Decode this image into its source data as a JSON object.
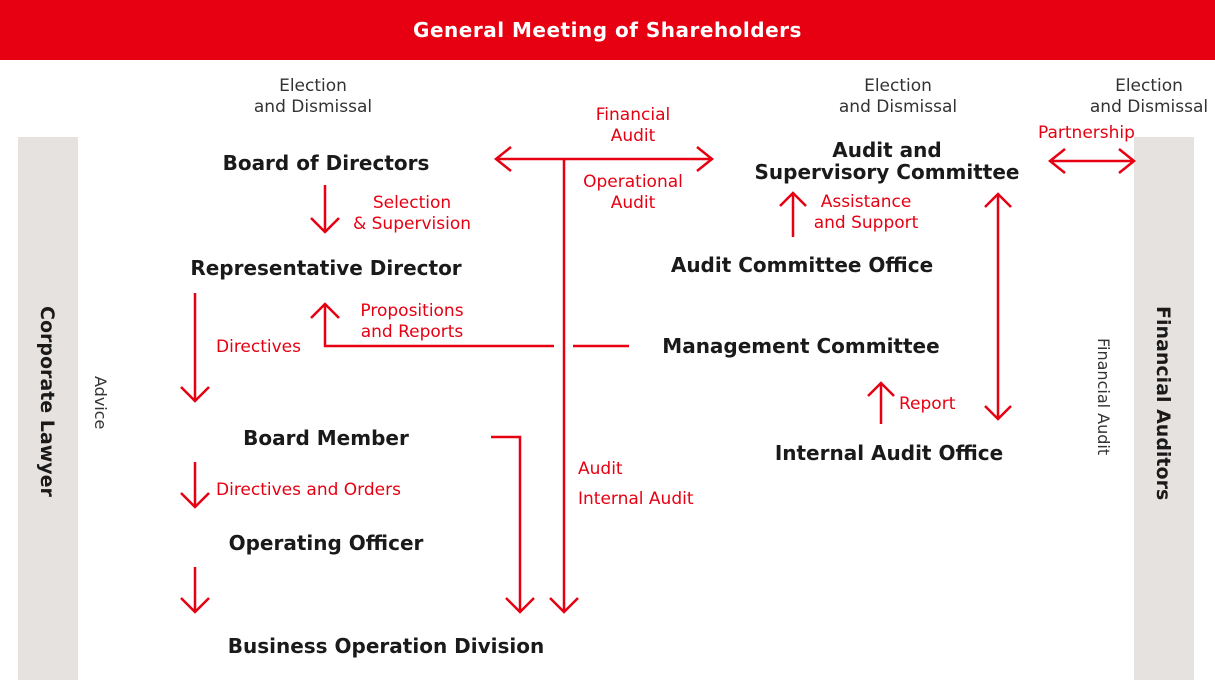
{
  "colors": {
    "accent": "#e60012",
    "side_bar": "#e6e2df",
    "text": "#1a1a1a"
  },
  "banner": {
    "title": "General Meeting of Shareholders"
  },
  "side": {
    "left": "Corporate Lawyer",
    "right": "Financial Auditors"
  },
  "election": [
    {
      "line1": "Election",
      "line2": "and Dismissal"
    },
    {
      "line1": "Election",
      "line2": "and Dismissal"
    },
    {
      "line1": "Election",
      "line2": "and Dismissal"
    }
  ],
  "nodes": {
    "board_of_directors": "Board of Directors",
    "representative_director": "Representative Director",
    "board_member": "Board Member",
    "operating_officer": "Operating Officer",
    "business_operation_division": "Business Operation Division",
    "audit_committee_line1": "Audit and",
    "audit_committee_line2": "Supervisory Committee",
    "audit_committee_office": "Audit Committee Office",
    "management_committee": "Management Committee",
    "internal_audit_office": "Internal Audit Office"
  },
  "labels": {
    "financial_audit_line1": "Financial",
    "financial_audit_line2": "Audit",
    "operational_audit_line1": "Operational",
    "operational_audit_line2": "Audit",
    "selection_line1": "Selection",
    "selection_line2": "& Supervision",
    "assistance_line1": "Assistance",
    "assistance_line2": "and Support",
    "propositions_line1": "Propositions",
    "propositions_line2": "and Reports",
    "directives": "Directives",
    "directives_orders": "Directives and Orders",
    "report": "Report",
    "audit": "Audit",
    "internal_audit": "Internal Audit",
    "partnership": "Partnership"
  },
  "side_texts": {
    "advice": "Advice",
    "financial_audit": "Financial Audit"
  }
}
